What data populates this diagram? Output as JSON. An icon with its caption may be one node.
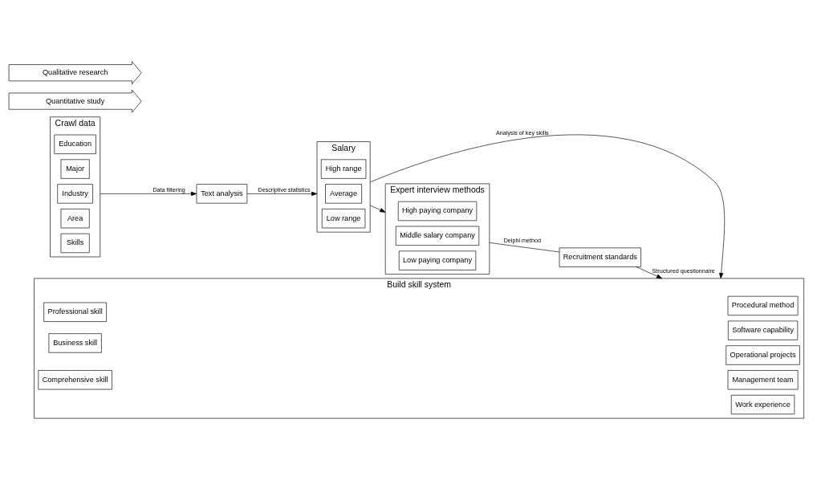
{
  "diagram": {
    "nodes": [
      {
        "text": [
          "Crawl data"
        ]
      },
      {
        "text": [
          "Education"
        ],
        "in": 0
      },
      {
        "text": [
          "Major"
        ],
        "in": 0
      },
      {
        "text": [
          "Industry"
        ],
        "in": 0
      },
      {
        "text": [
          "Area"
        ],
        "in": 0
      },
      {
        "text": [
          "Skills"
        ],
        "in": 0
      },
      {
        "text": [
          "Text analysis"
        ]
      },
      {
        "text": [
          "Salary"
        ]
      },
      {
        "text": [
          "High range"
        ],
        "in": 7
      },
      {
        "text": [
          "Average"
        ],
        "in": 7
      },
      {
        "text": [
          "Low range"
        ],
        "in": 7
      },
      {
        "text": [
          "Build skill system"
        ]
      },
      {
        "text": [
          "Professional skill"
        ],
        "in": 11
      },
      {
        "text": [
          "Business skill"
        ],
        "in": 11
      },
      {
        "text": [
          "Comprehensive skill"
        ],
        "in": 11
      },
      {
        "text": [
          "Procedural method"
        ],
        "in": 11
      },
      {
        "text": [
          "Software capability"
        ],
        "in": 11
      },
      {
        "text": [
          "Operational projects"
        ],
        "in": 11
      },
      {
        "text": [
          "Management team"
        ],
        "in": 11
      },
      {
        "text": [
          "Work experience"
        ],
        "in": 11
      },
      {
        "text": [
          "Quantitative study"
        ]
      },
      {
        "text": [
          "Expert interview methods"
        ]
      },
      {
        "text": [
          "High paying company"
        ],
        "in": 21
      },
      {
        "text": [
          "Middle salary company"
        ],
        "in": 21
      },
      {
        "text": [
          "Low paying company"
        ],
        "in": 21
      },
      {
        "text": [
          "Recruitment standards"
        ]
      },
      {
        "text": [
          "Qualitative research"
        ]
      }
    ],
    "edges": [
      {
        "from": 0,
        "to": 6,
        "arrow": "to",
        "label": "Data filtering"
      },
      {
        "from": 6,
        "to": 7,
        "arrow": "to",
        "label": "Descriptive statistics"
      },
      {
        "from": 7,
        "to": 11,
        "arrow": "to",
        "label": "Analysis of key skills"
      },
      {
        "from": 7,
        "to": 21,
        "arrow": "to"
      },
      {
        "from": 21,
        "to": 25,
        "arrow": "none",
        "label": "Delphi method"
      },
      {
        "from": 25,
        "to": 11,
        "arrow": "to",
        "label": "Structured questionnaire"
      }
    ]
  }
}
